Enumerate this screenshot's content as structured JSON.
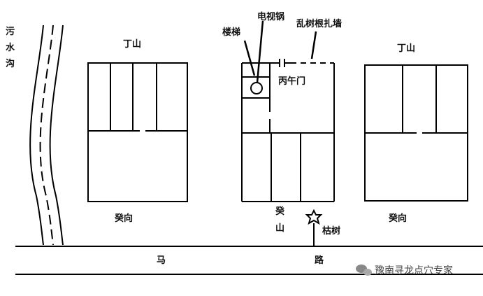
{
  "labels": {
    "sewage_ditch": [
      "污",
      "水",
      "沟"
    ],
    "left_ding_shan": "丁山",
    "right_ding_shan": "丁山",
    "tv_dish": "电视锅",
    "stairs": "楼梯",
    "wall": "乱树根扎墙",
    "bing_wu_gate": "丙午门",
    "left_gui_xiang": "癸向",
    "right_gui_xiang": "癸向",
    "gui_shan": [
      "癸",
      "山"
    ],
    "dead_tree": "枯树",
    "road": [
      "马",
      "路"
    ]
  },
  "watermark": {
    "text": "豫南寻龙点穴专家",
    "icon": "wechat-icon"
  },
  "colors": {
    "line": "#000000",
    "background": "#ffffff",
    "watermark": "#444444"
  }
}
